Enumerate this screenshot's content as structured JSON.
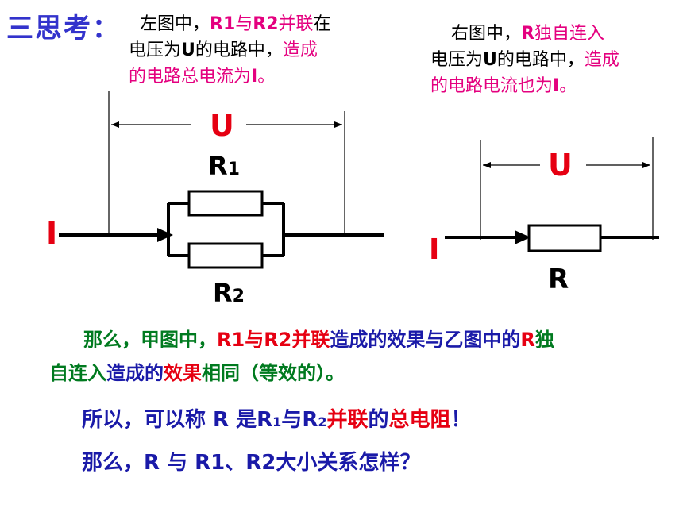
{
  "title": "三思考：",
  "left_note": {
    "l1_a": "左图中，",
    "l1_b": "R1",
    "l1_c": "与",
    "l1_d": "R2",
    "l1_e": "并联",
    "l1_f": "在",
    "l2_a": "电压为",
    "l2_b": "U",
    "l2_c": "的电路中，",
    "l2_d": "造成",
    "l3_a": "的电路总电流为",
    "l3_b": "I",
    "l3_c": "。"
  },
  "right_note": {
    "l1_a": "右图中，",
    "l1_b": "R",
    "l1_c": "独自连入",
    "l2_a": "电压为",
    "l2_b": "U",
    "l2_c": "的电路中，",
    "l2_d": "造成",
    "l3_a": "的电路电流也为",
    "l3_b": "I",
    "l3_c": "。"
  },
  "left_circuit": {
    "voltage_label": "U",
    "current_label": "I",
    "r1_label": "R",
    "r1_sub": "1",
    "r2_label": "R",
    "r2_sub": "2"
  },
  "right_circuit": {
    "voltage_label": "U",
    "current_label": "I",
    "r_label": "R"
  },
  "line1": {
    "a": "那么，甲图中，",
    "b": "R1",
    "c": "与",
    "d": "R2",
    "e": "并联",
    "f": "造成的效果与乙图中的",
    "g": "R",
    "h": "独"
  },
  "line1b": {
    "a": "自连入",
    "b": "造成的",
    "c": "效果",
    "d": "相同（等效的）。"
  },
  "line2": {
    "a": "所以，可以称 R  是",
    "b": "R",
    "c": "1",
    "d": "与",
    "e": "R",
    "f": "2",
    "g": "并联",
    "h": "的",
    "i": "总电阻",
    "j": "！"
  },
  "line3": {
    "a": "那么，R  与  R1、R2",
    "b": "大小关系怎样？"
  },
  "colors": {
    "title": "#3333cc",
    "accent": "#e4007f",
    "green": "#007a1f",
    "navy": "#1a1aa8",
    "crimson": "#e60012"
  }
}
